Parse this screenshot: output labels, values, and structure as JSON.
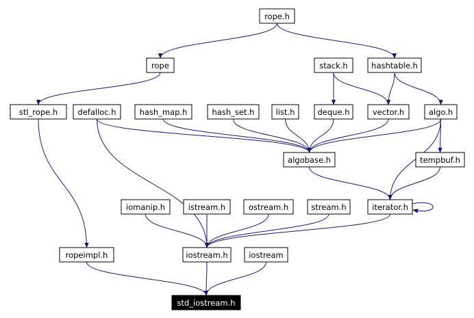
{
  "diagram": {
    "edge_color": "#191970",
    "root_fill": "#000000",
    "nodes": {
      "rope_h": "rope.h",
      "rope": "rope",
      "stack_h": "stack.h",
      "hashtable_h": "hashtable.h",
      "stl_rope_h": "stl_rope.h",
      "defalloc_h": "defalloc.h",
      "hash_map_h": "hash_map.h",
      "hash_set_h": "hash_set.h",
      "list_h": "list.h",
      "deque_h": "deque.h",
      "vector_h": "vector.h",
      "algo_h": "algo.h",
      "algobase_h": "algobase.h",
      "tempbuf_h": "tempbuf.h",
      "iomanip_h": "iomanip.h",
      "istream_h": "istream.h",
      "ostream_h": "ostream.h",
      "stream_h": "stream.h",
      "iterator_h": "iterator.h",
      "ropeimpl_h": "ropeimpl.h",
      "iostream_h": "iostream.h",
      "iostream": "iostream",
      "std_iostream_h": "std_iostream.h"
    },
    "edges": [
      [
        "rope_h",
        "rope"
      ],
      [
        "rope_h",
        "hashtable_h"
      ],
      [
        "rope",
        "stl_rope_h"
      ],
      [
        "stl_rope_h",
        "ropeimpl_h"
      ],
      [
        "stack_h",
        "deque_h"
      ],
      [
        "stack_h",
        "vector_h"
      ],
      [
        "hashtable_h",
        "vector_h"
      ],
      [
        "hashtable_h",
        "algo_h"
      ],
      [
        "defalloc_h",
        "algobase_h"
      ],
      [
        "defalloc_h",
        "iostream_h"
      ],
      [
        "hash_map_h",
        "algobase_h"
      ],
      [
        "hash_set_h",
        "algobase_h"
      ],
      [
        "list_h",
        "algobase_h"
      ],
      [
        "deque_h",
        "algobase_h"
      ],
      [
        "vector_h",
        "algobase_h"
      ],
      [
        "algo_h",
        "algobase_h"
      ],
      [
        "algo_h",
        "tempbuf_h"
      ],
      [
        "algo_h",
        "iterator_h"
      ],
      [
        "algobase_h",
        "iterator_h"
      ],
      [
        "tempbuf_h",
        "iterator_h"
      ],
      [
        "iterator_h",
        "iterator_h"
      ],
      [
        "iterator_h",
        "iostream_h"
      ],
      [
        "iomanip_h",
        "iostream_h"
      ],
      [
        "istream_h",
        "iostream_h"
      ],
      [
        "ostream_h",
        "iostream_h"
      ],
      [
        "stream_h",
        "iostream_h"
      ],
      [
        "ropeimpl_h",
        "std_iostream_h"
      ],
      [
        "iostream_h",
        "std_iostream_h"
      ],
      [
        "iostream",
        "std_iostream_h"
      ]
    ]
  }
}
